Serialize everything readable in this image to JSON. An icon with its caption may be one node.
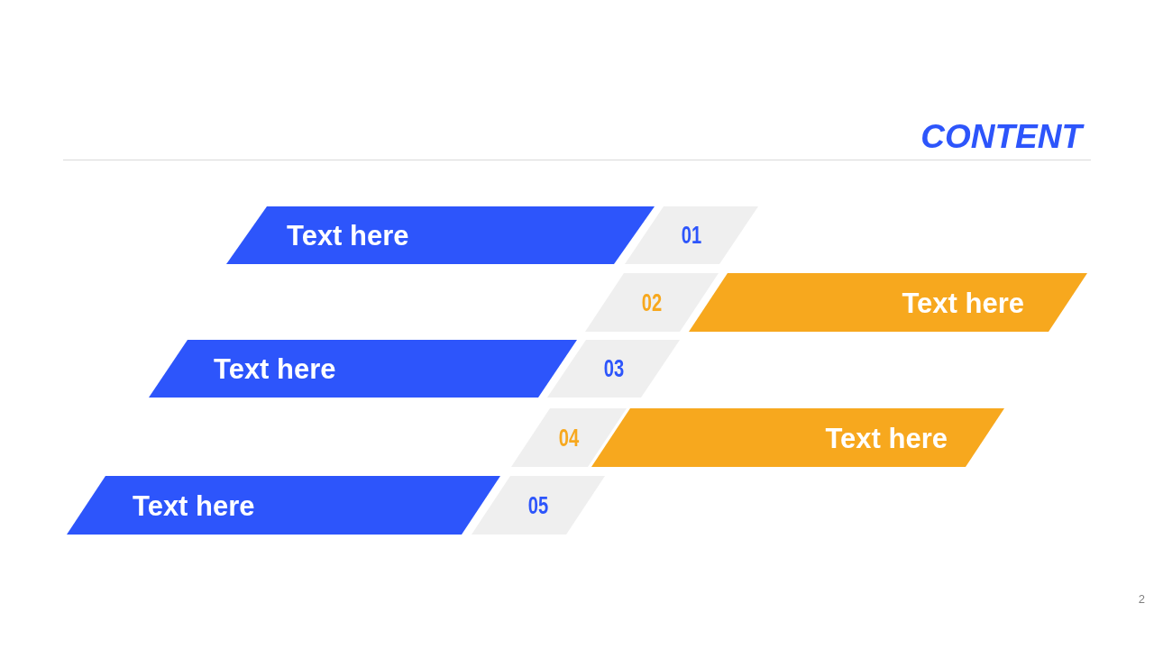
{
  "diagram": {
    "title": "CONTENT",
    "nodes": [
      {
        "text": [
          "Text here"
        ]
      },
      {
        "text": [
          "01"
        ]
      },
      {
        "text": [
          "02"
        ]
      },
      {
        "text": [
          "Text here"
        ]
      },
      {
        "text": [
          "Text here"
        ]
      },
      {
        "text": [
          "03"
        ]
      },
      {
        "text": [
          "04"
        ]
      },
      {
        "text": [
          "Text here"
        ]
      },
      {
        "text": [
          "Text here"
        ]
      },
      {
        "text": [
          "05"
        ]
      }
    ],
    "labels": [
      "2"
    ]
  }
}
